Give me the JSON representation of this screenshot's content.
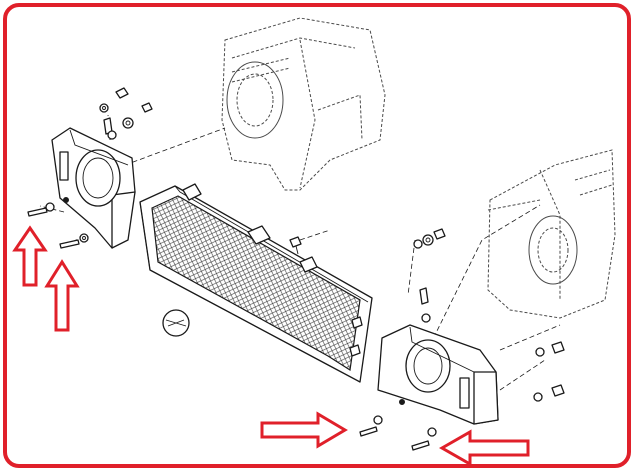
{
  "colors": {
    "accent": "#e0202a",
    "line": "#1a1a1a",
    "background": "#ffffff"
  },
  "arrows": [
    {
      "id": "arrow-left-upper",
      "direction": "up"
    },
    {
      "id": "arrow-left-lower",
      "direction": "up"
    },
    {
      "id": "arrow-bottom-left",
      "direction": "right"
    },
    {
      "id": "arrow-bottom-right",
      "direction": "left"
    }
  ]
}
